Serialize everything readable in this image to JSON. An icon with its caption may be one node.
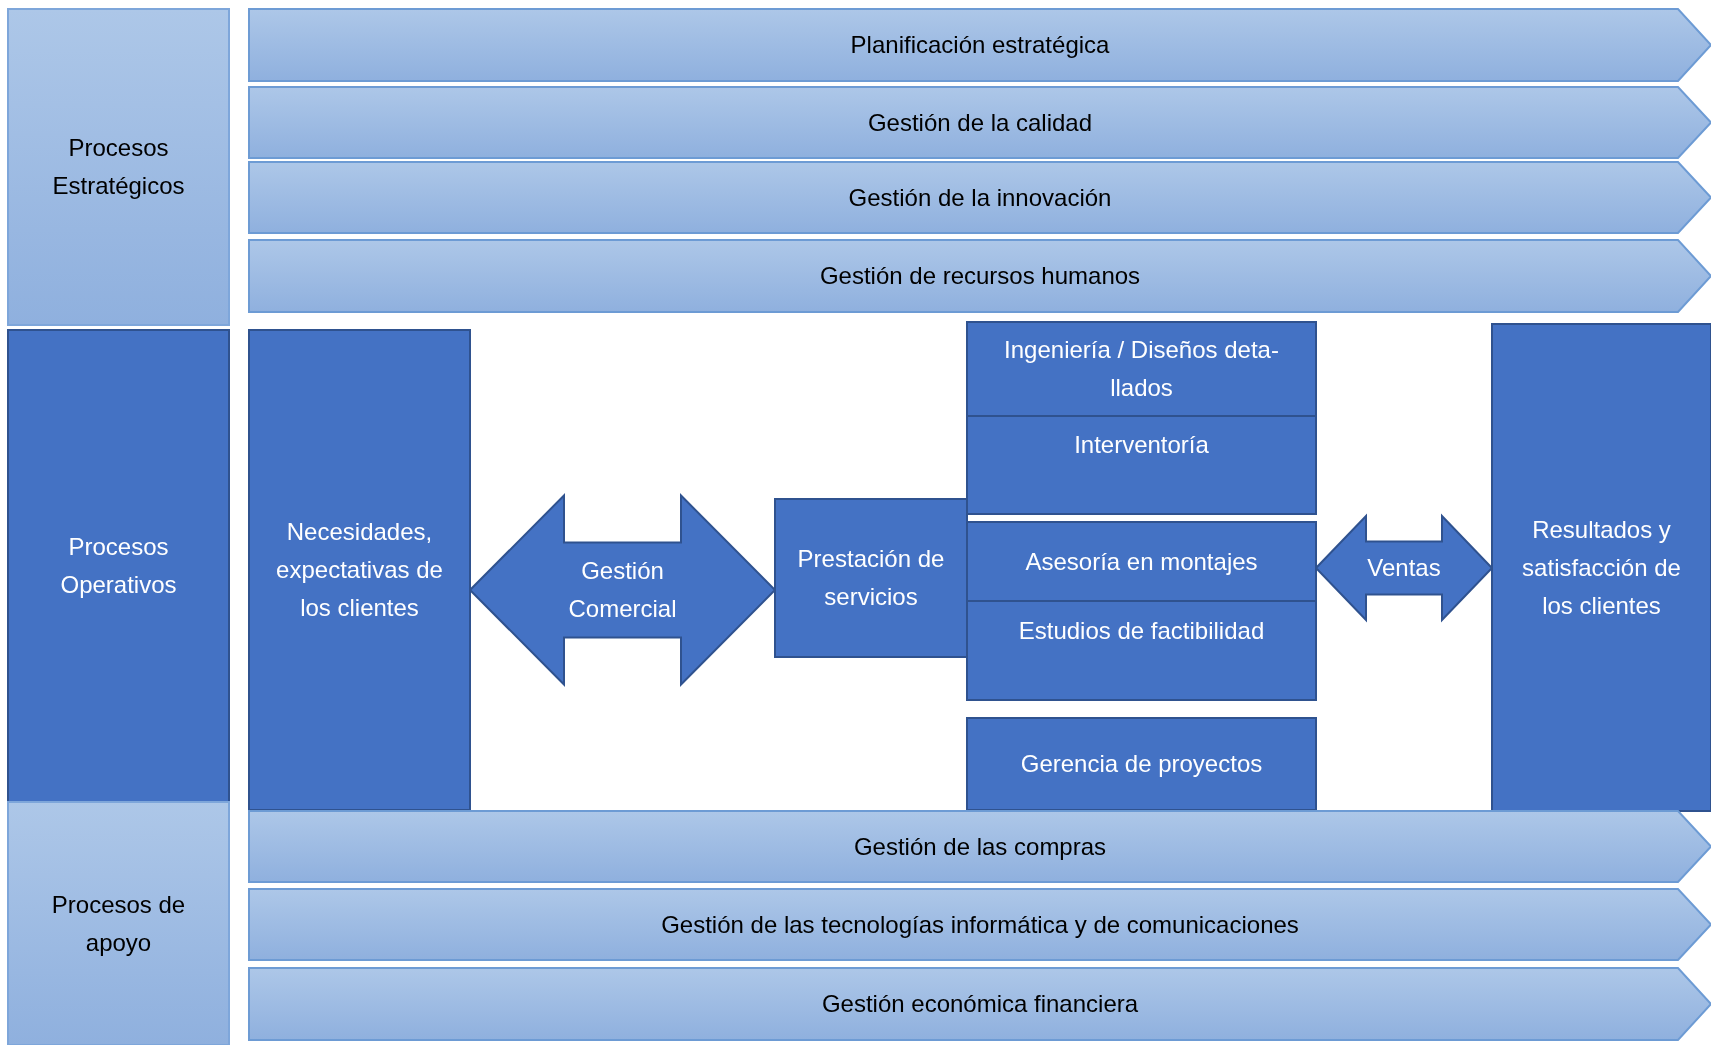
{
  "diagram": {
    "nodes": [
      {
        "text": [
          "Procesos Estratégicos"
        ]
      },
      {
        "text": [
          "Planificación estratégica"
        ]
      },
      {
        "text": [
          "Gestión de la calidad"
        ]
      },
      {
        "text": [
          "Gestión de la innovación"
        ]
      },
      {
        "text": [
          "Gestión de recursos humanos"
        ]
      },
      {
        "text": [
          "Procesos Operativos"
        ]
      },
      {
        "text": [
          "Necesidades, expectativas de los clientes"
        ]
      },
      {
        "text": [
          "Prestación de servicios"
        ]
      },
      {
        "text": [
          "Ingeniería / Diseños deta- llados"
        ]
      },
      {
        "text": [
          "Interventoría"
        ]
      },
      {
        "text": [
          "Asesoría en montajes"
        ]
      },
      {
        "text": [
          "Estudios de factibilidad"
        ]
      },
      {
        "text": [
          "Gerencia de proyectos"
        ]
      },
      {
        "text": [
          "Resultados y satisfacción de los clientes"
        ]
      },
      {
        "text": [
          "Procesos de apoyo"
        ]
      },
      {
        "text": [
          "Gestión de las compras"
        ]
      },
      {
        "text": [
          "Gestión de las tecnologías informática y de comunicaciones"
        ]
      },
      {
        "text": [
          "Gestión económica financiera"
        ]
      }
    ],
    "edges": [
      {
        "from": 6,
        "to": 7,
        "arrow": "both",
        "label": "Gestión Comercial"
      },
      {
        "from": 10,
        "to": 13,
        "arrow": "both",
        "label": "Ventas"
      }
    ]
  }
}
